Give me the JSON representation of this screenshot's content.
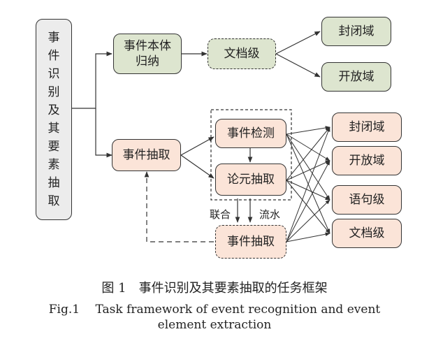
{
  "root": {
    "chars": [
      "事",
      "件",
      "识",
      "别",
      "及",
      "其",
      "要",
      "素",
      "抽",
      "取"
    ]
  },
  "upper": {
    "induction": "事件本体\n归纳",
    "doc_level": "文档级",
    "closed": "封闭域",
    "open": "开放域"
  },
  "lower": {
    "extraction": "事件抽取",
    "detection": "事件检测",
    "argument": "论元抽取",
    "joint": "联合",
    "pipeline": "流水",
    "joint_extraction": "事件抽取",
    "closed": "封闭域",
    "open": "开放域",
    "sentence": "语句级",
    "doc": "文档级"
  },
  "caption": {
    "cn": "图 1　事件识别及其要素抽取的任务框架",
    "en_line1": "Fig.1　 Task framework of event recognition and event",
    "en_line2": "element extraction"
  }
}
